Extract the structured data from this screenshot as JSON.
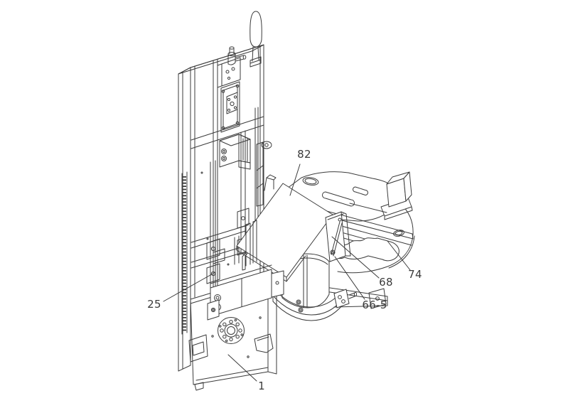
{
  "figure": {
    "type": "patent-technical-drawing",
    "description": "Isometric line drawing of a vertical column machine with rotary work table assembly",
    "background_color": "#ffffff",
    "line_color": "#3b3b3b",
    "label_color": "#3a3a3a"
  },
  "labels": {
    "l82": "82",
    "l74": "74",
    "l68": "68",
    "l66_5": "66-5",
    "l25": "25",
    "l1": "1"
  }
}
